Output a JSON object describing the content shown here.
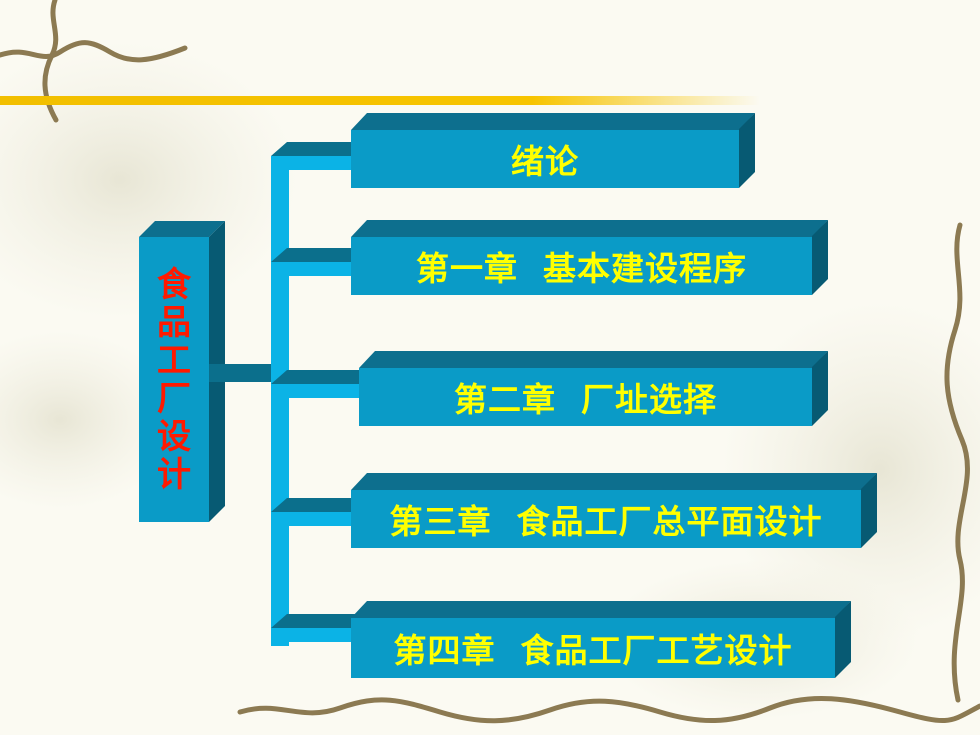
{
  "title": "食品工厂设计",
  "chapters": [
    {
      "label": "绪论"
    },
    {
      "label": "第一章  基本建设程序"
    },
    {
      "label": "第二章  厂址选择"
    },
    {
      "label": "第三章  食品工厂总平面设计"
    },
    {
      "label": "第四章  食品工厂工艺设计"
    }
  ],
  "colors": {
    "box": "#0a9bc7",
    "box_top": "#0d6f8e",
    "box_side": "#075a73",
    "chapter_text": "#ffff00",
    "title_text": "#ff1a00",
    "accent_line": "#f7c400",
    "background": "#fbfaf2"
  }
}
